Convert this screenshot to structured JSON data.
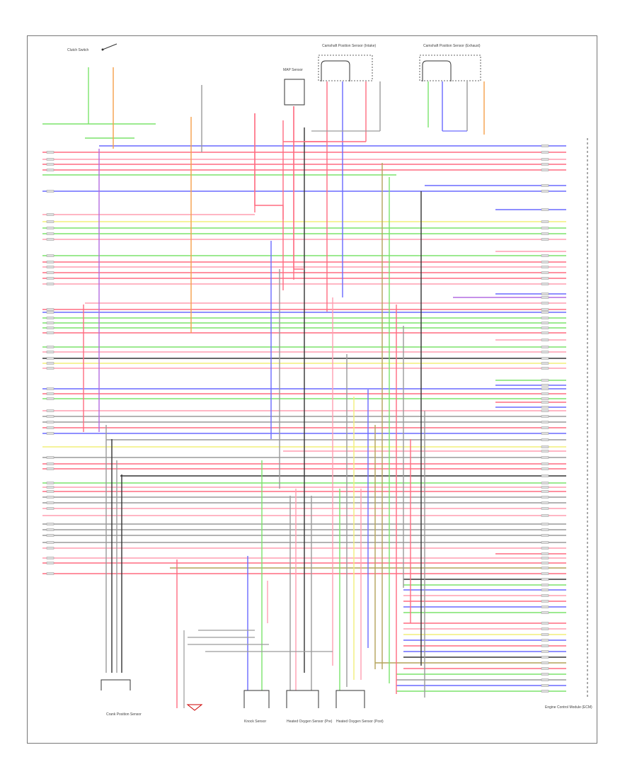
{
  "diagram": {
    "footer_code": "",
    "components": [
      {
        "id": "ecm",
        "label": "Engine Control Module (ECM)"
      },
      {
        "id": "cps",
        "label": "Crank Position Sensor"
      },
      {
        "id": "knock",
        "label": "Knock Sensor"
      },
      {
        "id": "o2-pre",
        "label": "Heated Oxygen Sensor (Pre)"
      },
      {
        "id": "o2-post",
        "label": "Heated Oxygen Sensor (Post)"
      },
      {
        "id": "cam-intake",
        "label": "Camshaft Position Sensor (Intake)"
      },
      {
        "id": "cam-exhaust",
        "label": "Camshaft Position Sensor (Exhaust)"
      },
      {
        "id": "map",
        "label": "MAP Sensor"
      },
      {
        "id": "clutch",
        "label": "Clutch Switch"
      }
    ],
    "colors": {
      "red": "#ff6b81",
      "pink": "#ff9eb0",
      "blue": "#6a6aff",
      "green": "#7be36b",
      "yellow": "#f2ef7a",
      "gray": "#9a9a9a",
      "dark": "#333333",
      "orange": "#f5a04a",
      "violet": "#b46be0",
      "olive": "#b3a35a",
      "brown": "#8b6b3a"
    }
  }
}
